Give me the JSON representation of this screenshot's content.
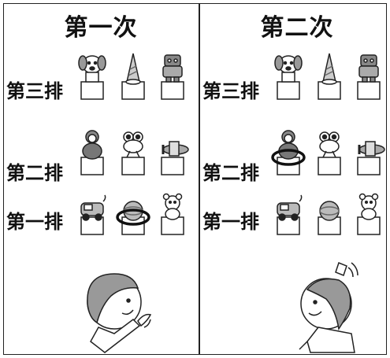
{
  "panels": [
    {
      "title": "第一次",
      "rows": [
        {
          "label": "第三排",
          "toys": [
            "dog-icon",
            "party-hat-icon",
            "robot-icon"
          ]
        },
        {
          "label": "第二排",
          "toys": [
            "doll-icon",
            "frog-icon",
            "airplane-icon"
          ]
        },
        {
          "label": "第一排",
          "toys": [
            "car-icon",
            "ball-icon",
            "bear-icon"
          ]
        }
      ],
      "ring_on": "ball-icon"
    },
    {
      "title": "第二次",
      "rows": [
        {
          "label": "第三排",
          "toys": [
            "dog-icon",
            "party-hat-icon",
            "robot-icon"
          ]
        },
        {
          "label": "第二排",
          "toys": [
            "doll-icon",
            "frog-icon",
            "airplane-icon"
          ]
        },
        {
          "label": "第一排",
          "toys": [
            "car-icon",
            "ball-icon",
            "bear-icon"
          ]
        }
      ],
      "ring_on": "doll-icon"
    }
  ],
  "colors": {
    "line": "#222222",
    "ring": "#111111",
    "shade": "#aaaaaa",
    "skin": "#ffffff"
  }
}
